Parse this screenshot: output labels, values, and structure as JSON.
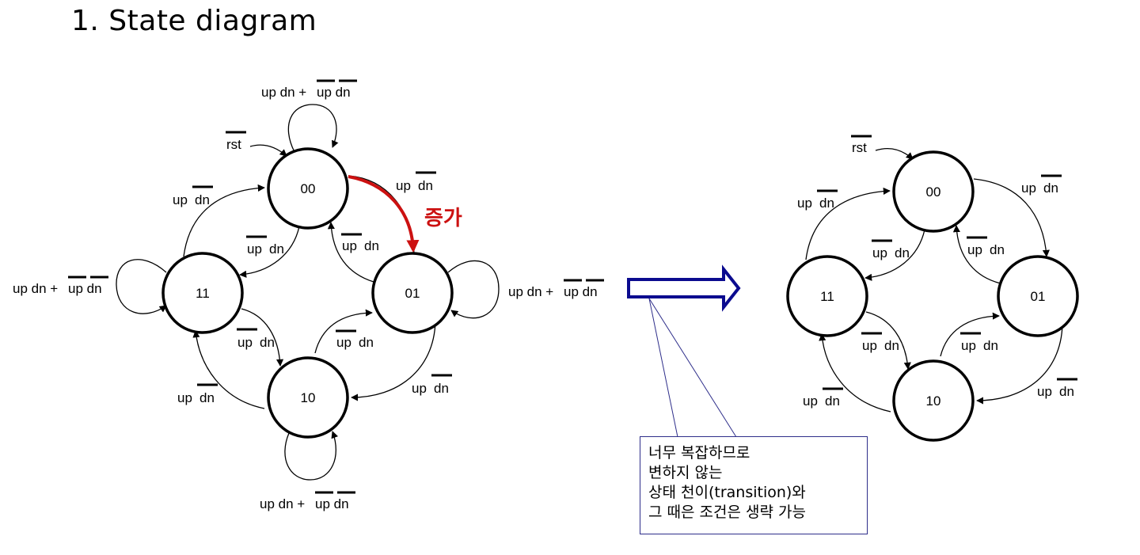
{
  "title": "1. State diagram",
  "colors": {
    "highlight": "#cc1111",
    "arrow": "#0b0b8f",
    "note_border": "#2e2e8a"
  },
  "annotation": "증가",
  "left_diagram": {
    "states": [
      "00",
      "01",
      "10",
      "11"
    ],
    "reset": "rst",
    "self_loops": [
      {
        "state": "00",
        "plain": "up dn + ",
        "overbar": "up dn"
      },
      {
        "state": "01",
        "plain": "up dn + ",
        "overbar": "up dn"
      },
      {
        "state": "10",
        "plain": "up dn + ",
        "overbar": "up dn"
      },
      {
        "state": "11",
        "plain": "up dn + ",
        "overbar": "up dn"
      }
    ],
    "transitions": [
      {
        "from": "00",
        "to": "01",
        "plain": "up",
        "overbar": "dn"
      },
      {
        "from": "01",
        "to": "00",
        "plain": "",
        "overbar": "up",
        "rest": " dn"
      },
      {
        "from": "01",
        "to": "10",
        "plain": "up",
        "overbar": "dn"
      },
      {
        "from": "10",
        "to": "01",
        "plain": "",
        "overbar": "up",
        "rest": " dn"
      },
      {
        "from": "10",
        "to": "11",
        "plain": "up",
        "overbar": "dn"
      },
      {
        "from": "11",
        "to": "10",
        "plain": "",
        "overbar": "up",
        "rest": " dn"
      },
      {
        "from": "11",
        "to": "00",
        "plain": "up",
        "overbar": "dn"
      },
      {
        "from": "00",
        "to": "11",
        "plain": "",
        "overbar": "up",
        "rest": " dn"
      }
    ]
  },
  "right_diagram": {
    "states": [
      "00",
      "01",
      "10",
      "11"
    ],
    "reset": "rst",
    "transitions": [
      {
        "from": "00",
        "to": "01",
        "plain": "up",
        "overbar": "dn"
      },
      {
        "from": "01",
        "to": "00",
        "plain": "",
        "overbar": "up",
        "rest": " dn"
      },
      {
        "from": "01",
        "to": "10",
        "plain": "up",
        "overbar": "dn"
      },
      {
        "from": "10",
        "to": "01",
        "plain": "",
        "overbar": "up",
        "rest": " dn"
      },
      {
        "from": "10",
        "to": "11",
        "plain": "up",
        "overbar": "dn"
      },
      {
        "from": "11",
        "to": "10",
        "plain": "",
        "overbar": "up",
        "rest": " dn"
      },
      {
        "from": "11",
        "to": "00",
        "plain": "up",
        "overbar": "dn"
      },
      {
        "from": "00",
        "to": "11",
        "plain": "",
        "overbar": "up",
        "rest": " dn"
      }
    ]
  },
  "note_lines": [
    "너무 복잡하므로",
    "변하지 않는",
    "상태 천이(transition)와",
    "그 때은 조건은 생략 가능"
  ]
}
